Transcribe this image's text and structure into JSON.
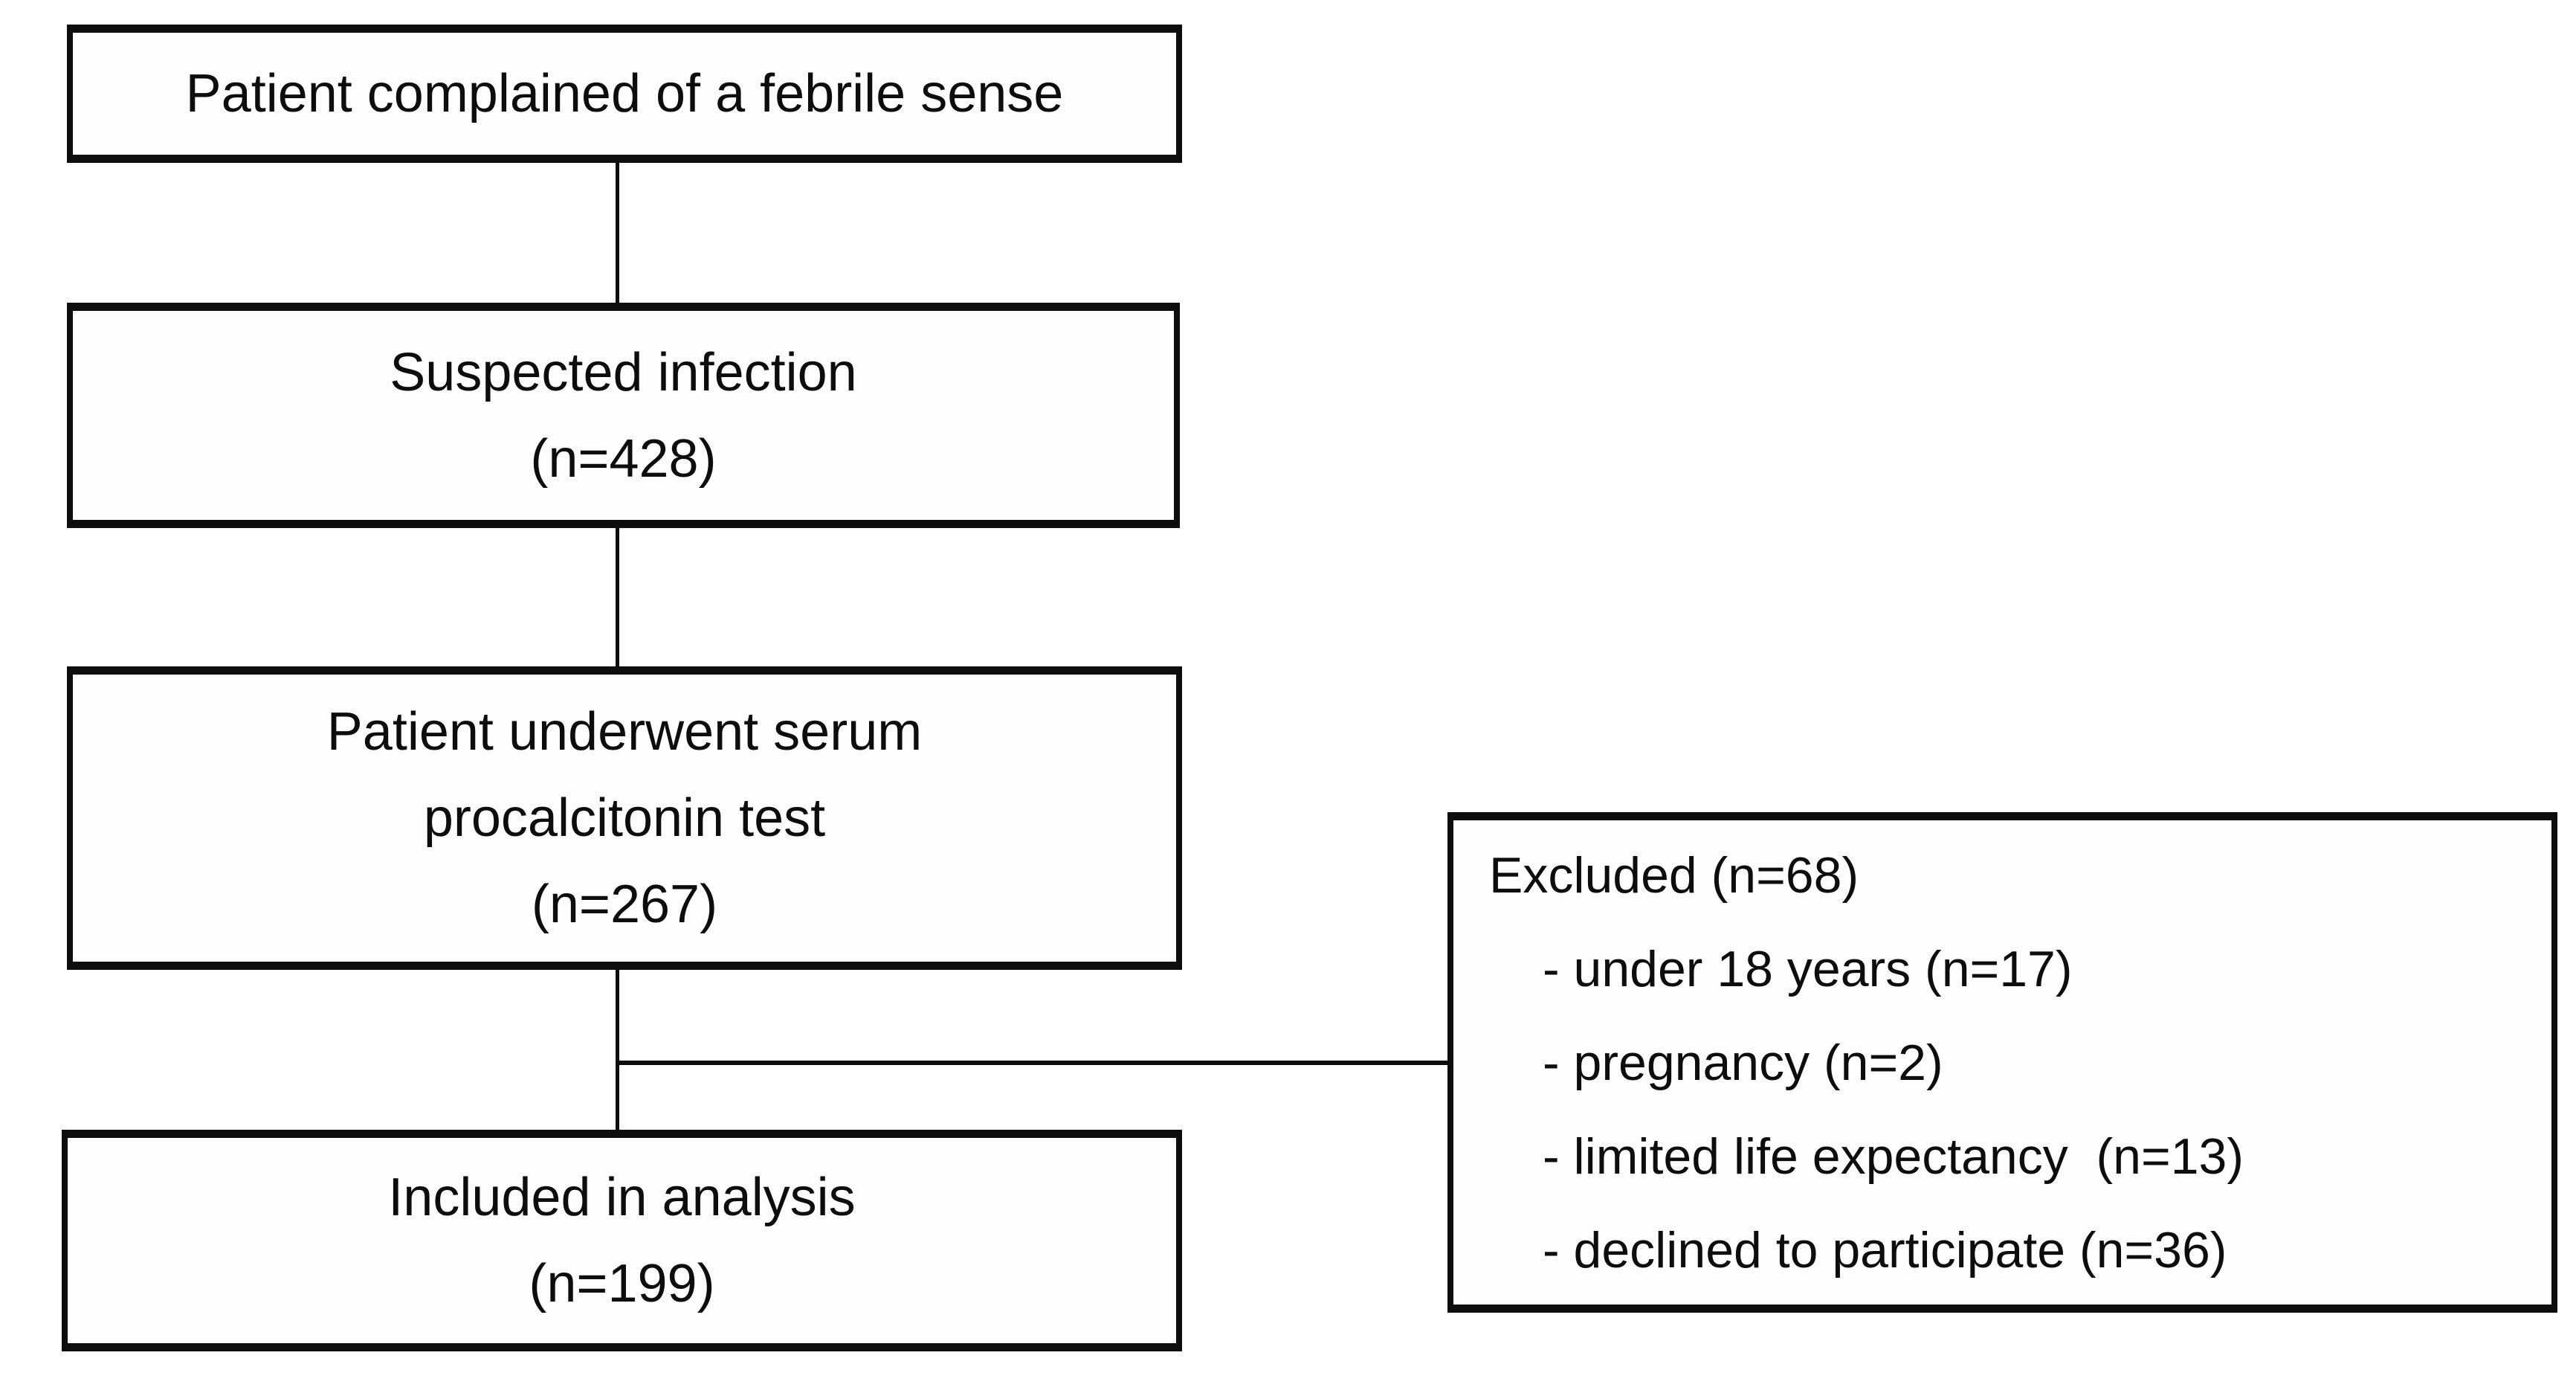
{
  "flow": {
    "boxes": [
      {
        "id": "complaint",
        "lines": [
          "Patient complained of a febrile sense"
        ]
      },
      {
        "id": "suspected-infection",
        "lines": [
          "Suspected infection",
          "(n=428)"
        ]
      },
      {
        "id": "procalcitonin-test",
        "lines": [
          "Patient underwent serum",
          "procalcitonin test",
          "(n=267)"
        ]
      },
      {
        "id": "included-in-analysis",
        "lines": [
          "Included in analysis",
          "(n=199)"
        ]
      }
    ],
    "excluded": {
      "title": "Excluded (n=68)",
      "items": [
        "- under 18 years (n=17)",
        "- pregnancy (n=2)",
        "- limited life expectancy  (n=13)",
        "- declined to participate (n=36)"
      ]
    },
    "colors": {
      "background": "#ffffff",
      "border": "#0d0d0d",
      "text": "#0d0d0d",
      "connector": "#0d0d0d"
    }
  }
}
